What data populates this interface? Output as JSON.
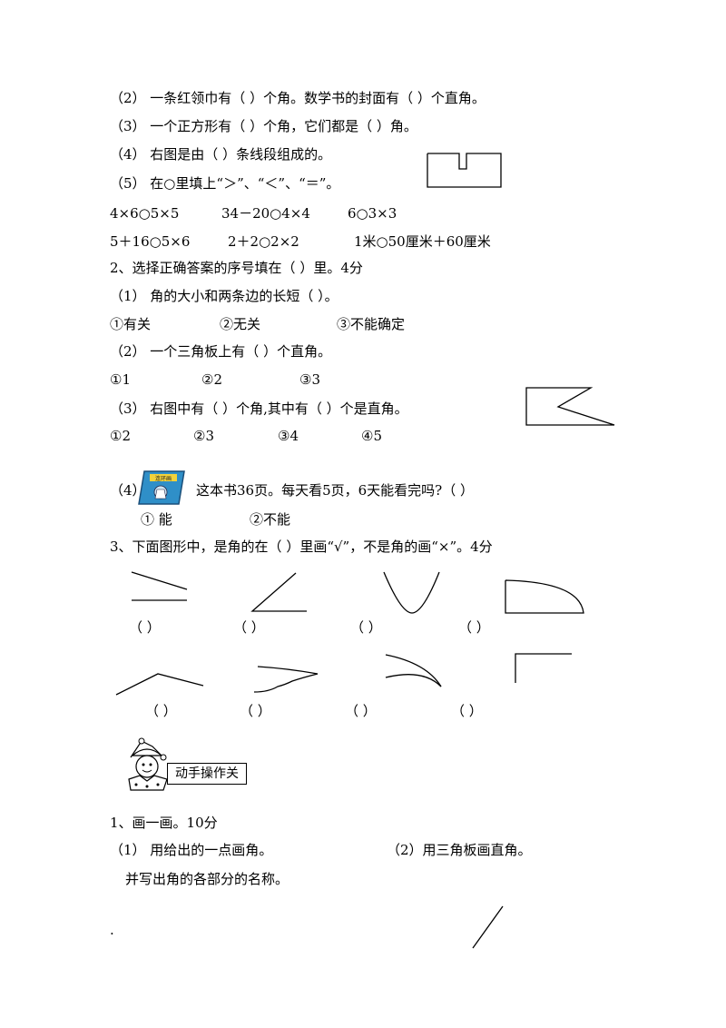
{
  "section1": {
    "q2": "（2）  一条红领巾有（    ）个角。数学书的封面有（    ）个直角。",
    "q3": "（3）  一个正方形有（    ）个角，它们都是（    ）角。",
    "q4": "（4）  右图是由（    ）条线段组成的。",
    "q5": "（5）  在○里填上“＞”、“＜”、“＝”。",
    "row1": [
      "4×6○5×5",
      "34－20○4×4",
      "6○3×3"
    ],
    "row2": [
      "5＋16○5×6",
      "2＋2○2×2",
      "1米○50厘米＋60厘米"
    ]
  },
  "section2": {
    "title": "2、选择正确答案的序号填在（    ）里。4分",
    "q1": "（1）  角的大小和两条边的长短（    ）。",
    "q1_options": [
      "①有关",
      "②无关",
      "③不能确定"
    ],
    "q2": "（2）  一个三角板上有（    ）个直角。",
    "q2_options": [
      "①1",
      "②2",
      "③3"
    ],
    "q3": "（3）  右图中有（    ）个角,其中有（    ）个是直角。",
    "q3_options": [
      "①2",
      "②3",
      "③4",
      "④5"
    ],
    "q4_label": "（4）",
    "q4": "这本书36页。每天看5页，6天能看完吗?（      ）",
    "q4_options": [
      "①  能",
      "②不能"
    ],
    "book_cover_text": "连环画"
  },
  "section3": {
    "title": "3、下面图形中，是角的在（    ）里画“√”，不是角的画“×”。4分",
    "blank": "（    ）"
  },
  "hands_on": {
    "banner": "动手操作关",
    "title": "1、画一画。10分",
    "q1": "（1）  用给出的一点画角。",
    "q2": "（2）用三角板画直角。",
    "q1_note": "并写出角的各部分的名称。",
    "dot": "."
  }
}
